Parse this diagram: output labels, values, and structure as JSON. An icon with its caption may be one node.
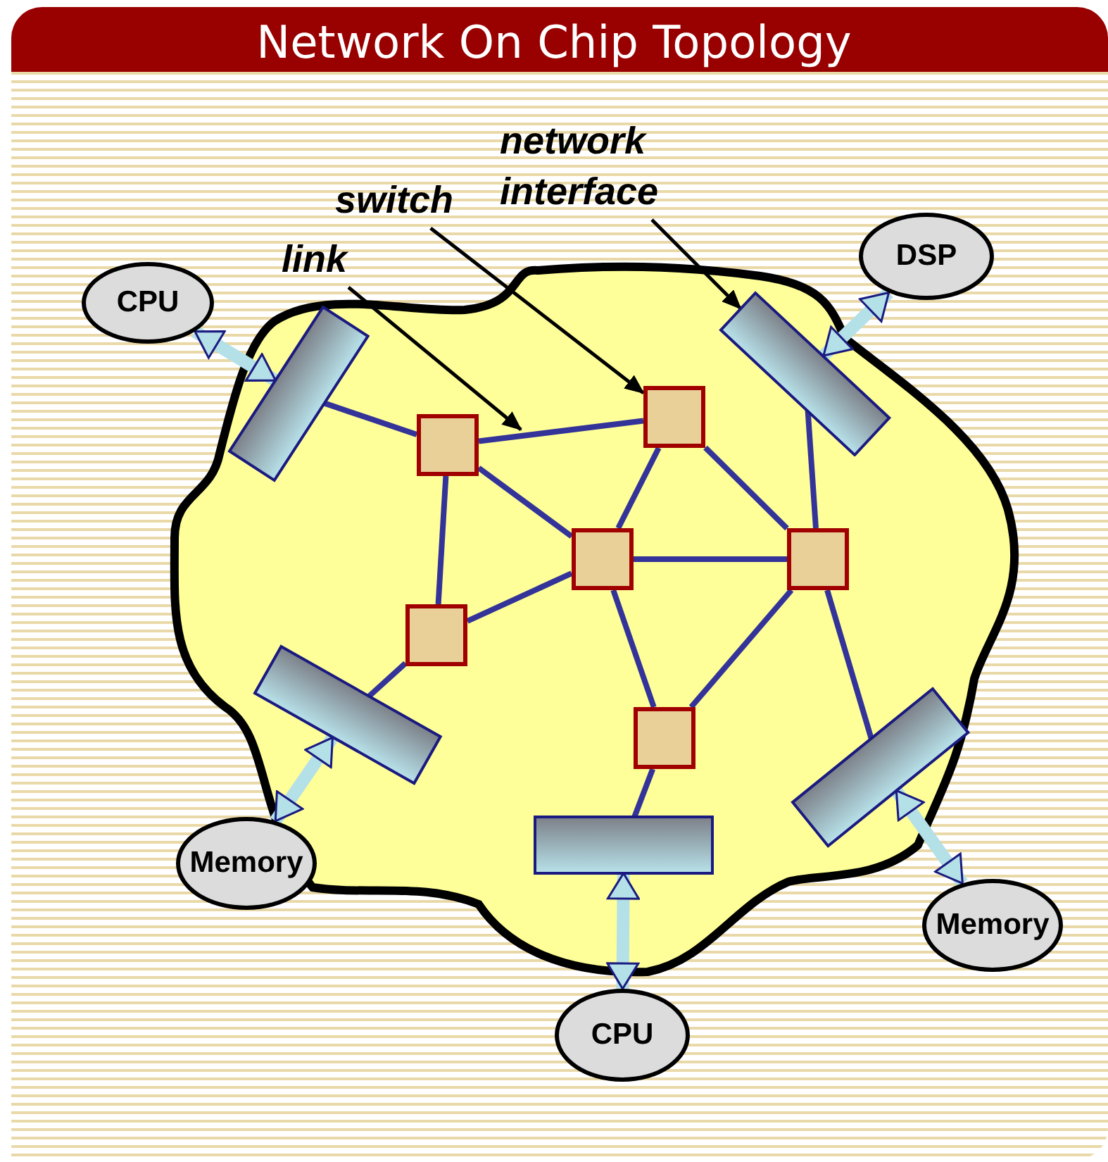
{
  "diagram": {
    "title": "Network On Chip Topology",
    "nodes": [
      {
        "text": [],
        "shape": "cloud"
      },
      {
        "text": [
          "CPU"
        ]
      },
      {
        "text": [
          "DSP"
        ]
      },
      {
        "text": [
          "Memory"
        ]
      },
      {
        "text": [
          "Memory"
        ]
      },
      {
        "text": [
          "CPU"
        ]
      },
      {
        "text": [],
        "shape": "box",
        "in": 0
      },
      {
        "text": [],
        "shape": "box",
        "in": 0
      },
      {
        "text": [],
        "shape": "box",
        "in": 0
      },
      {
        "text": [],
        "shape": "box",
        "in": 0
      },
      {
        "text": [],
        "shape": "box",
        "in": 0
      },
      {
        "text": [],
        "shape": "box",
        "in": 0
      },
      {
        "text": [],
        "shape": "box",
        "in": 0
      },
      {
        "text": [],
        "shape": "box",
        "in": 0
      },
      {
        "text": [],
        "shape": "box",
        "in": 0
      },
      {
        "text": [],
        "shape": "box",
        "in": 0
      },
      {
        "text": [],
        "shape": "box",
        "in": 0
      },
      {
        "text": [
          "link"
        ]
      },
      {
        "text": [
          "switch"
        ]
      },
      {
        "text": [
          "network interface"
        ]
      }
    ],
    "edges": [
      {
        "from": 1,
        "to": 6,
        "arrow": "both",
        "style": "thick",
        "color": "#b4e0e8"
      },
      {
        "from": 2,
        "to": 7,
        "arrow": "both",
        "style": "thick",
        "color": "#b4e0e8"
      },
      {
        "from": 3,
        "to": 8,
        "arrow": "both",
        "style": "thick",
        "color": "#b4e0e8"
      },
      {
        "from": 4,
        "to": 9,
        "arrow": "both",
        "style": "thick",
        "color": "#b4e0e8"
      },
      {
        "from": 5,
        "to": 10,
        "arrow": "both",
        "style": "thick",
        "color": "#b4e0e8"
      },
      {
        "from": 6,
        "to": 11,
        "arrow": "none"
      },
      {
        "from": 11,
        "to": 12,
        "arrow": "none"
      },
      {
        "from": 11,
        "to": 13,
        "arrow": "none"
      },
      {
        "from": 11,
        "to": 15,
        "arrow": "none"
      },
      {
        "from": 12,
        "to": 13,
        "arrow": "none"
      },
      {
        "from": 12,
        "to": 14,
        "arrow": "none"
      },
      {
        "from": 7,
        "to": 14,
        "arrow": "none"
      },
      {
        "from": 13,
        "to": 14,
        "arrow": "none"
      },
      {
        "from": 13,
        "to": 15,
        "arrow": "none"
      },
      {
        "from": 13,
        "to": 16,
        "arrow": "none"
      },
      {
        "from": 15,
        "to": 8,
        "arrow": "none"
      },
      {
        "from": 14,
        "to": 16,
        "arrow": "none"
      },
      {
        "from": 14,
        "to": 9,
        "arrow": "none"
      },
      {
        "from": 16,
        "to": 10,
        "arrow": "none"
      },
      {
        "from": 17,
        "to": null,
        "arrow": "to",
        "color": "#000000"
      },
      {
        "from": 18,
        "to": 12,
        "arrow": "to",
        "color": "#000000"
      },
      {
        "from": 19,
        "to": 7,
        "arrow": "to",
        "color": "#000000"
      }
    ]
  }
}
